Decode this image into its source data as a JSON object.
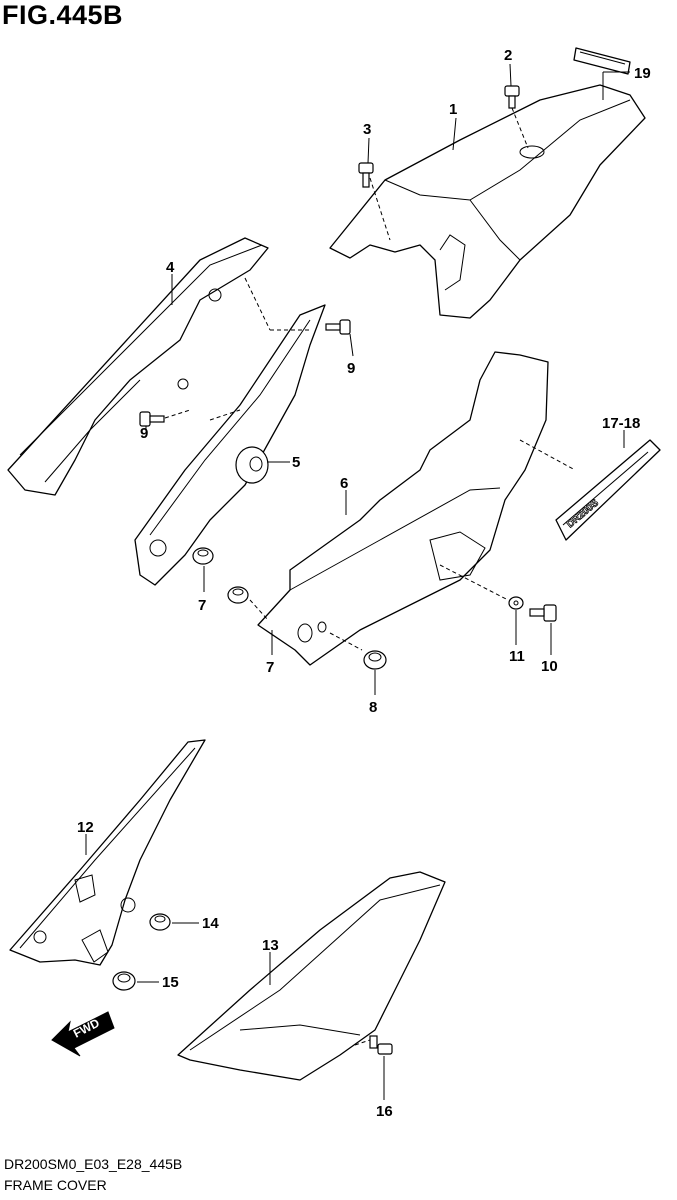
{
  "figure_title": "FIG.445B",
  "footer": {
    "code": "DR200SM0_E03_E28_445B",
    "name": "FRAME COVER"
  },
  "direction_label": "FWD",
  "emblem_text": "DR200S",
  "callouts": [
    "1",
    "2",
    "3",
    "4",
    "5",
    "6",
    "7",
    "7",
    "8",
    "9",
    "9",
    "10",
    "11",
    "12",
    "13",
    "14",
    "15",
    "16",
    "17-18",
    "19"
  ]
}
